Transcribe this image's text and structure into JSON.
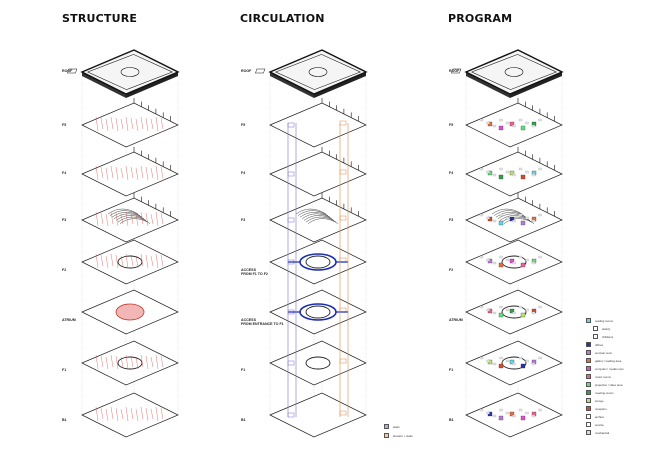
{
  "columns": [
    {
      "title": "STRUCTURE",
      "labels": [
        "ROOF",
        "F5",
        "F4",
        "F3",
        "F2",
        "ATRIUM",
        "F1",
        "B1"
      ]
    },
    {
      "title": "CIRCULATION",
      "labels": [
        "ROOF",
        "F5",
        "F4",
        "F3",
        "ACCESS\nFROM F1 TO F2",
        "ACCESS\nFROM ENTRANCE TO F1",
        "F1",
        "B1"
      ]
    },
    {
      "title": "PROGRAM",
      "labels": [
        "ROOF",
        "F5",
        "F4",
        "F3",
        "F2",
        "ATRIUM",
        "F1",
        "B1"
      ]
    }
  ],
  "circulation_legend": [
    {
      "label": "stairs",
      "color": "#b7a9e6"
    },
    {
      "label": "elevator + stairs",
      "color": "#f1c9a6"
    }
  ],
  "program_legend": [
    {
      "label": "reading rooms",
      "color": "#5fd8e8"
    },
    {
      "label": "elderly",
      "color": "#ffffff"
    },
    {
      "label": "childrens",
      "color": "#ffffff"
    },
    {
      "label": "offices",
      "color": "#2733a8"
    },
    {
      "label": "seminar room",
      "color": "#b77ad9"
    },
    {
      "label": "gallery / reading area",
      "color": "#e86f3a"
    },
    {
      "label": "computer / media room",
      "color": "#e64bd0"
    },
    {
      "label": "music rooms",
      "color": "#ee5f96"
    },
    {
      "label": "projection / video area",
      "color": "#5fe07a"
    },
    {
      "label": "meeting rooms",
      "color": "#2ea14a"
    },
    {
      "label": "lounge",
      "color": "#b8e66a"
    },
    {
      "label": "reception",
      "color": "#d94a2a"
    },
    {
      "label": "archive",
      "color": "#ffffff"
    },
    {
      "label": "service",
      "color": "#ffffff"
    },
    {
      "label": "mechanical",
      "color": "#d9d9d9"
    }
  ],
  "program_colors": [
    "#5fd8e8",
    "#2733a8",
    "#b77ad9",
    "#e86f3a",
    "#e64bd0",
    "#ee5f96",
    "#5fe07a",
    "#2ea14a",
    "#b8e66a",
    "#d94a2a"
  ]
}
